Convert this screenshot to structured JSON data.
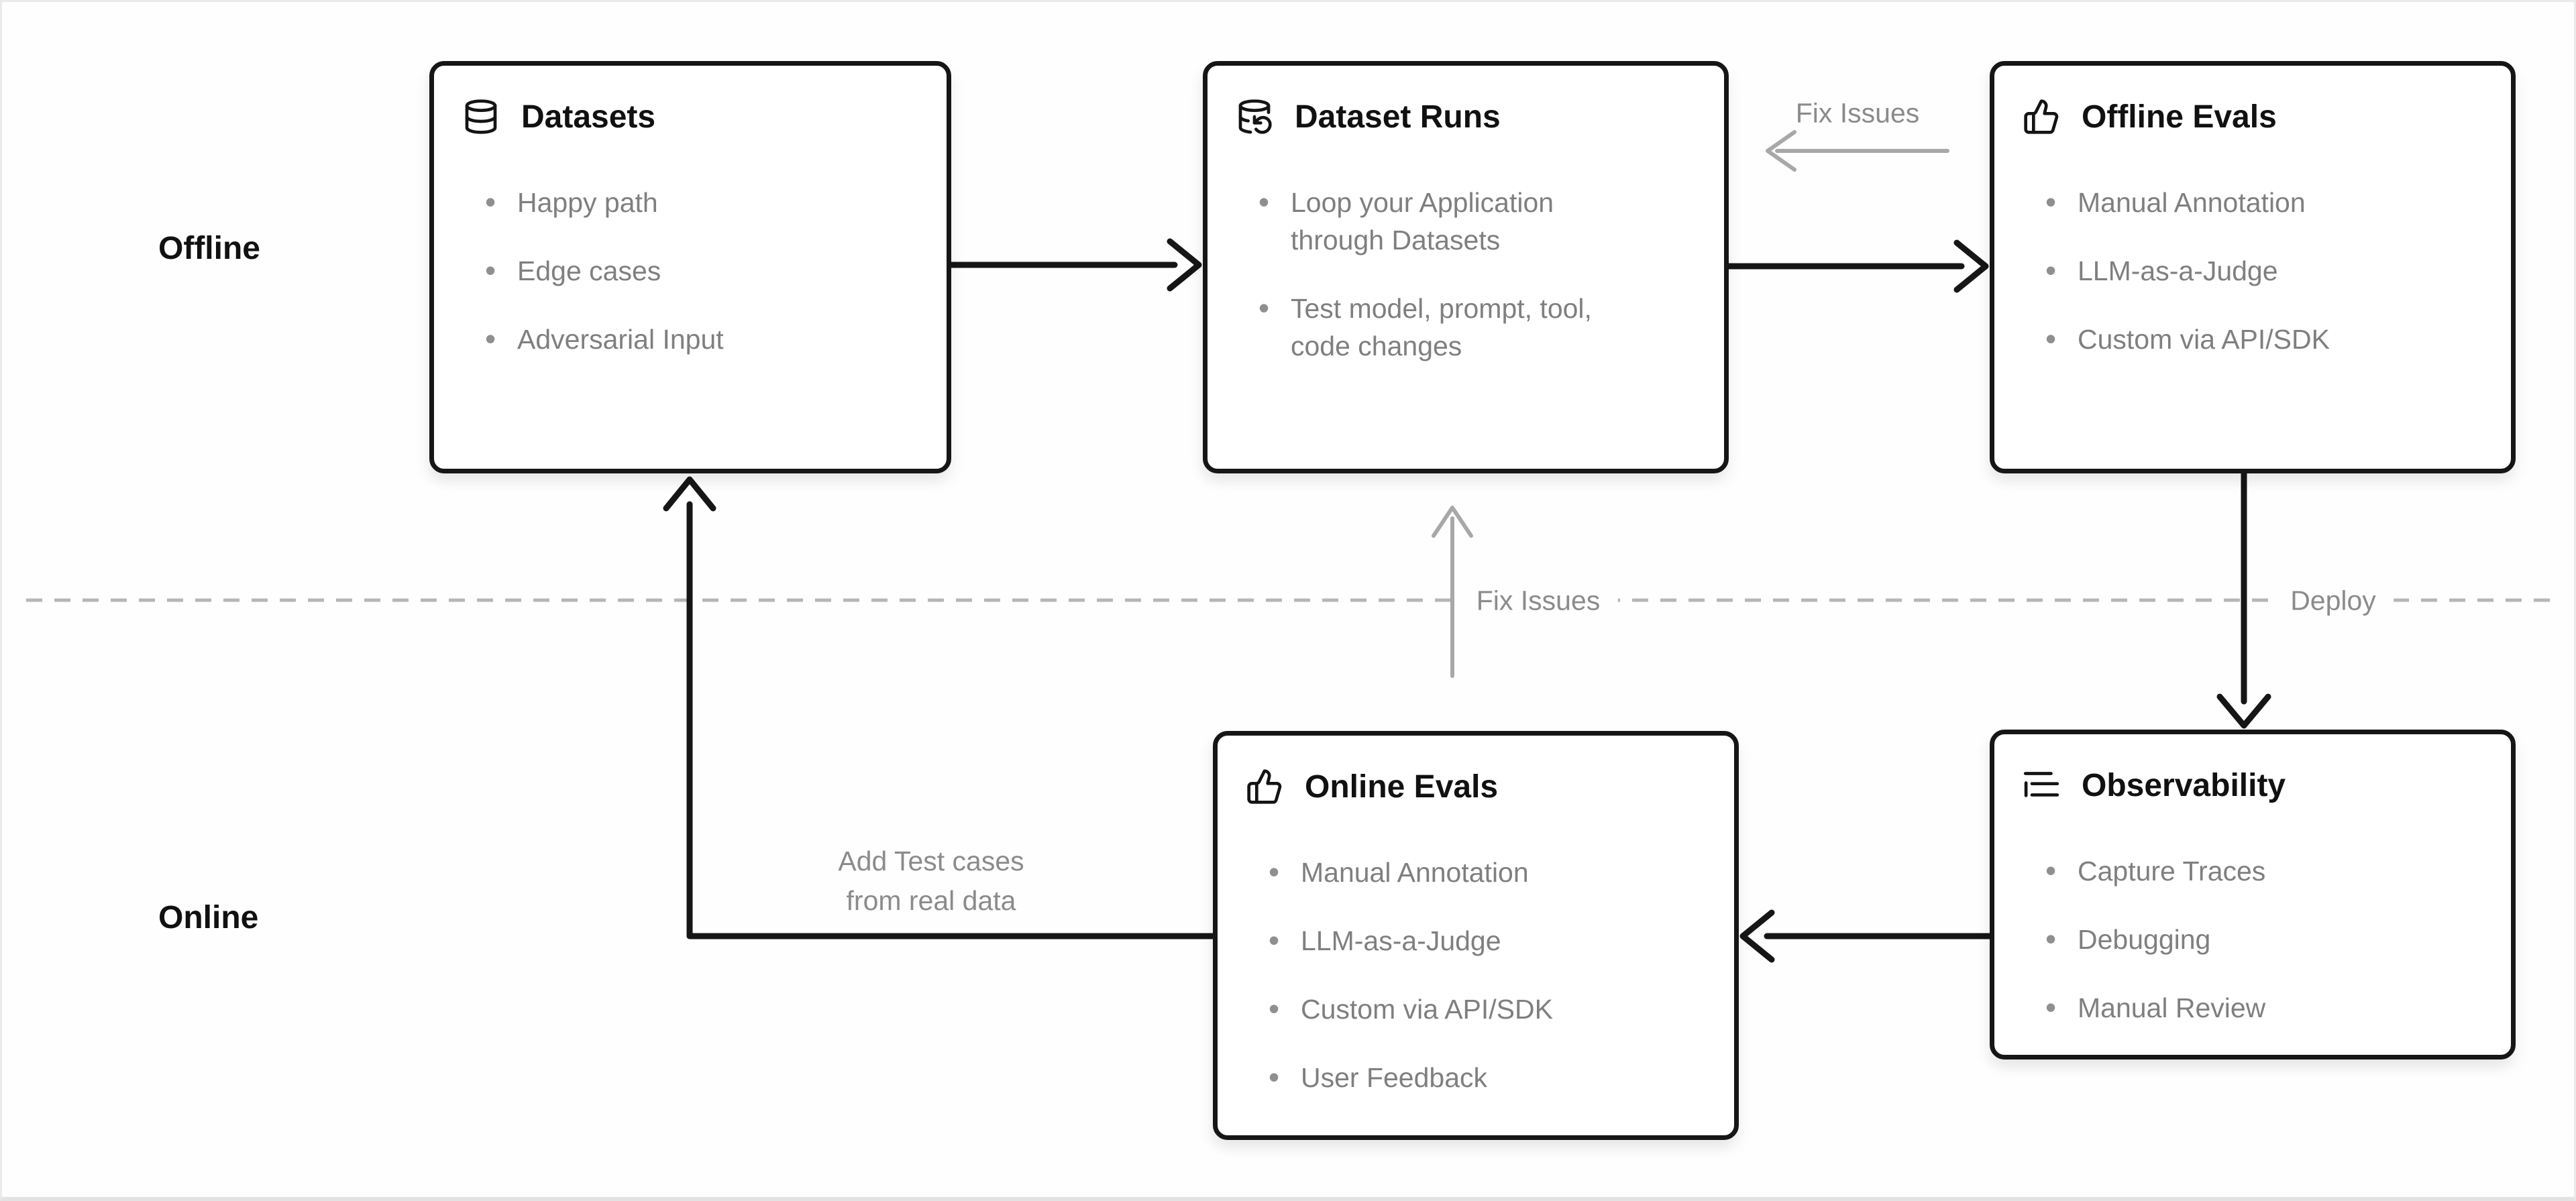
{
  "lanes": {
    "offline": "Offline",
    "online": "Online"
  },
  "boxes": [
    {
      "id": "datasets",
      "icon": "database-icon",
      "title": "Datasets",
      "bullets": [
        "Happy path",
        "Edge cases",
        "Adversarial Input"
      ]
    },
    {
      "id": "dataset-runs",
      "icon": "database-refresh-icon",
      "title": "Dataset Runs",
      "bullets": [
        "Loop your Application through Datasets",
        "Test model, prompt, tool, code changes"
      ]
    },
    {
      "id": "offline-evals",
      "icon": "thumbs-up-icon",
      "title": "Offline Evals",
      "bullets": [
        "Manual Annotation",
        "LLM-as-a-Judge",
        "Custom via API/SDK"
      ]
    },
    {
      "id": "online-evals",
      "icon": "thumbs-up-icon",
      "title": "Online Evals",
      "bullets": [
        "Manual Annotation",
        "LLM-as-a-Judge",
        "Custom via API/SDK",
        "User Feedback"
      ]
    },
    {
      "id": "observability",
      "icon": "trace-list-icon",
      "title": "Observability",
      "bullets": [
        "Capture Traces",
        "Debugging",
        "Manual Review"
      ]
    }
  ],
  "edge_labels": {
    "fix_issues_top": "Fix Issues",
    "fix_issues_mid": "Fix Issues",
    "deploy": "Deploy",
    "add_test_cases_line1": "Add Test cases",
    "add_test_cases_line2": "from real data"
  },
  "colors": {
    "box_border": "#161616",
    "title_text": "#111111",
    "bullet_text": "#7f7f7f",
    "gray_label": "#8b8b8b",
    "gray_arrow": "#a8a8a8",
    "dashed_divider": "#b6b6b6",
    "background": "#fefefe"
  }
}
